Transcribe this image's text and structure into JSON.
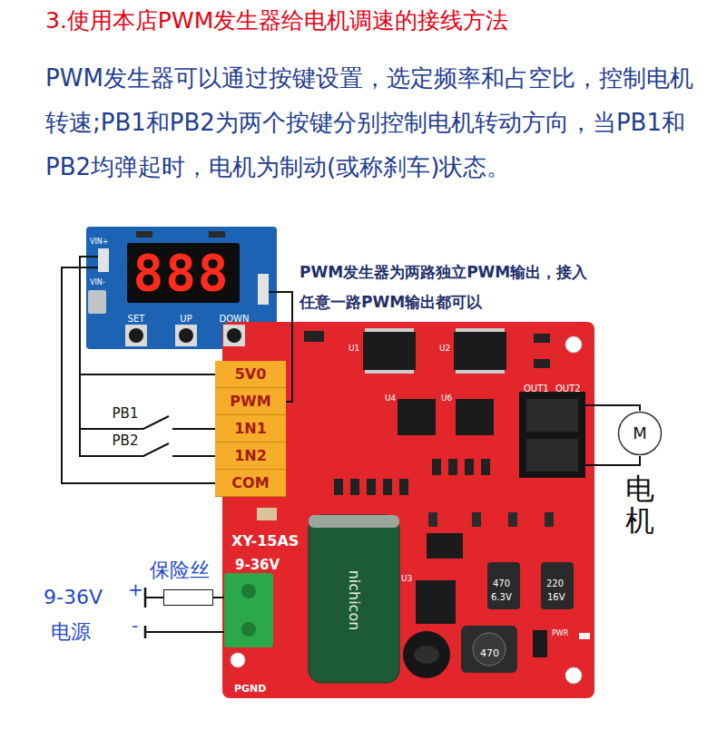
{
  "diagram": {
    "title": "3.使用本店PWM发生器给电机调速的接线方法",
    "nodes": [
      {
        "text": [
          "888",
          "SET",
          "UP",
          "DOWN"
        ]
      },
      {
        "text": [
          "XY-15AS",
          "9-36V"
        ]
      },
      {
        "text": [
          "5V0"
        ],
        "in": 1
      },
      {
        "text": [
          "PWM"
        ],
        "in": 1
      },
      {
        "text": [
          "1N1"
        ],
        "in": 1
      },
      {
        "text": [
          "1N2"
        ],
        "in": 1
      },
      {
        "text": [
          "COM"
        ],
        "in": 1
      },
      {
        "text": [
          "M"
        ]
      },
      {
        "text": [
          "保险丝"
        ]
      }
    ],
    "edges": [
      {
        "from": 0,
        "to": 2,
        "arrow": "none"
      },
      {
        "from": 0,
        "to": 3,
        "arrow": "none"
      },
      {
        "from": 0,
        "to": 6,
        "arrow": "none"
      },
      {
        "from": 2,
        "to": 4,
        "label": "PB1",
        "arrow": "none"
      },
      {
        "from": 2,
        "to": 5,
        "label": "PB2",
        "arrow": "none"
      },
      {
        "from": 1,
        "to": 7,
        "arrow": "none"
      },
      {
        "from": 1,
        "to": 7,
        "arrow": "none"
      }
    ],
    "labels": [
      "PWM发生器可以通过按键设置，选定频率和占空比，控制电机转速;PB1和PB2为两个按键分别控制电机转动方向，当PB1和PB2均弹起时，电机为制动(或称刹车)状态。",
      "PWM发生器为两路独立PWM输出，接入任意一路PWM输出都可以",
      "VIN+",
      "VIN-",
      "电机",
      "9-36V",
      "电源",
      "+",
      "-",
      "PGND",
      "OUT1",
      "OUT2",
      "PWR",
      "U1",
      "U2",
      "U3",
      "U4",
      "U6",
      "470",
      "6.3V",
      "220",
      "16V",
      "nichicon",
      "470"
    ]
  }
}
